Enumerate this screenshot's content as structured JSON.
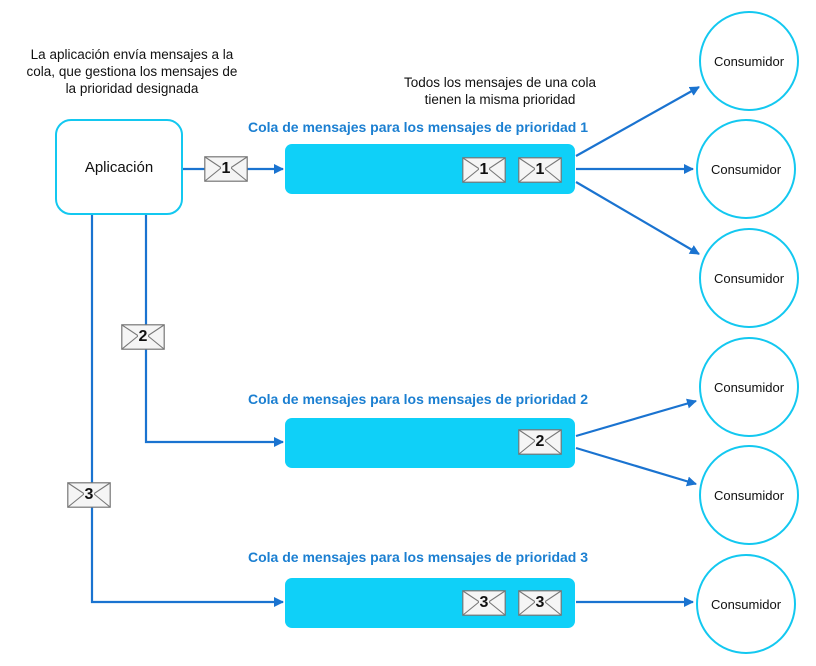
{
  "notes": {
    "application_sends": "La aplicación envía mensajes a la cola, que gestiona los mensajes de la prioridad designada",
    "same_priority": "Todos los mensajes de una cola tienen la misma prioridad"
  },
  "application": {
    "label": "Aplicación"
  },
  "queues": [
    {
      "label": "Cola de mensajes para los mensajes de prioridad 1",
      "messages": [
        "1",
        "1"
      ]
    },
    {
      "label": "Cola de mensajes para los mensajes de prioridad 2",
      "messages": [
        "2"
      ]
    },
    {
      "label": "Cola de mensajes para los mensajes de prioridad 3",
      "messages": [
        "3",
        "3"
      ]
    }
  ],
  "in_transit": [
    "1",
    "2",
    "3"
  ],
  "consumers": [
    "Consumidor",
    "Consumidor",
    "Consumidor",
    "Consumidor",
    "Consumidor",
    "Consumidor"
  ],
  "colors": {
    "accent": "#0fd0f8",
    "outline": "#13c8f0",
    "arrow": "#1a73d0",
    "label": "#1b7fd1"
  }
}
